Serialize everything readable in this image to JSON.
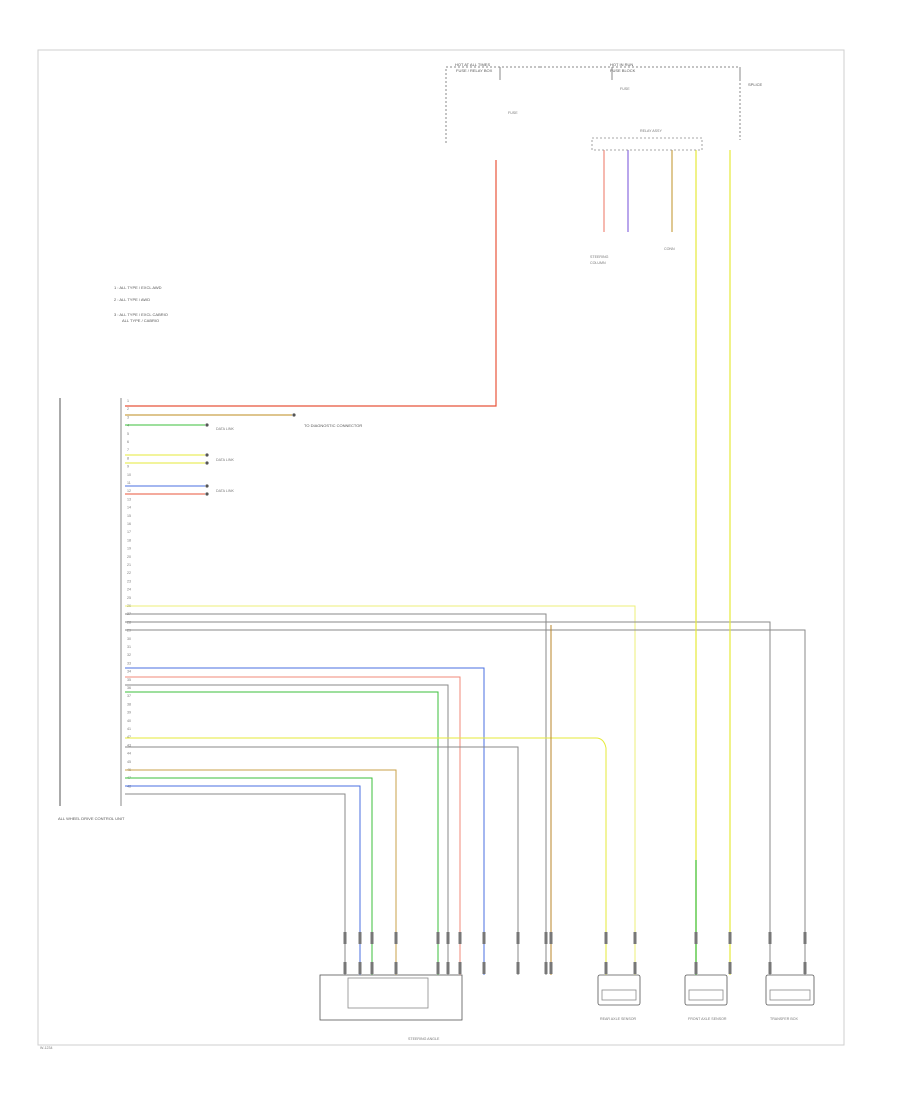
{
  "colors": {
    "red": "#e8553b",
    "pink": "#f08a7a",
    "orange_brown": "#b8862a",
    "tan": "#c9a24a",
    "green": "#3bbf3b",
    "yellow": "#e6ea3a",
    "light_yellow": "#ecef7a",
    "blue": "#4a6fe0",
    "violet": "#8a6ae0",
    "gray": "#8a8a8a",
    "dark_gray": "#555555",
    "frame": "#cfcfcf"
  },
  "labels": {
    "top_conn_a": "HOT AT ALL TIMES",
    "top_conn_a2": "FUSE / RELAY BOX",
    "top_conn_b": "HOT IN RUN",
    "top_conn_b2": "FUSE BLOCK",
    "top_conn_c": "SPLICE",
    "notes_1": "1 : ALL TYPE / EXCL AWD",
    "notes_2": "2 : ALL TYPE / AWD",
    "notes_3": "3 : ALL TYPE / EXCL CABRIO",
    "notes_4": "ALL TYPE / CABRIO",
    "ground_note": "TO DIAGNOSTIC CONNECTOR",
    "data_link_1": "DATA LINK",
    "data_link_2": "DATA LINK",
    "data_link_3": "DATA LINK",
    "main_module": "ALL WHEEL DRIVE CONTROL UNIT",
    "sensor_box": "STEERING ANGLE",
    "comp_1": "REAR AXLE SENSOR",
    "comp_2": "FRONT AXLE SENSOR",
    "comp_3": "TRANSFER BOX",
    "bottom_tag": "W-1234"
  }
}
